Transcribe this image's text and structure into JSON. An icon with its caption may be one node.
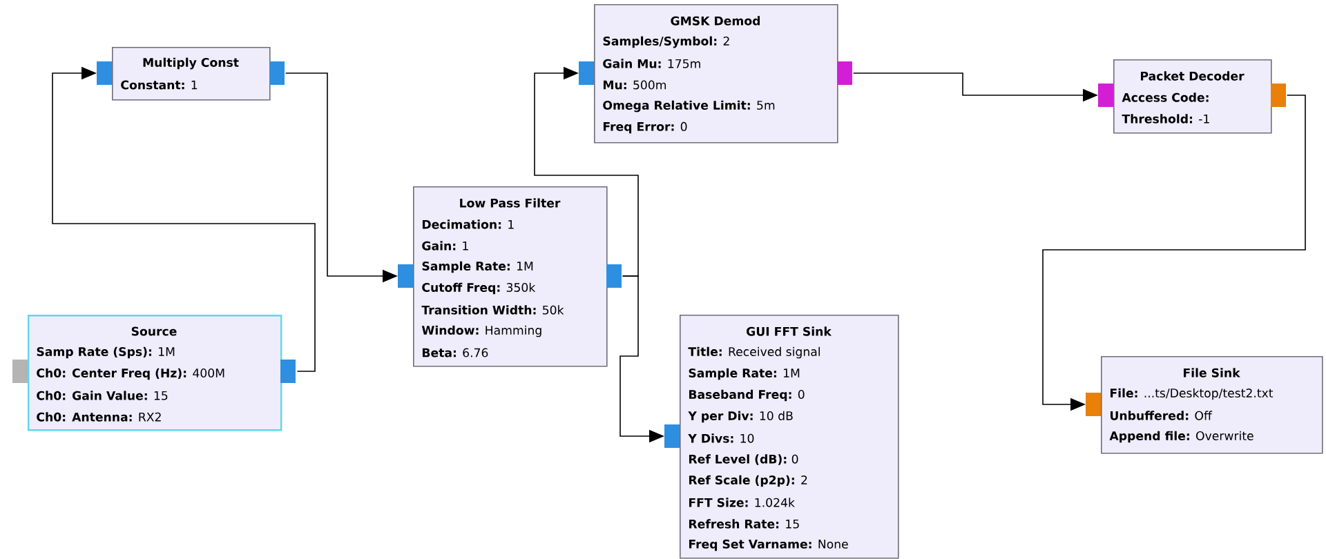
{
  "diagram": {
    "nodes": [
      {
        "text": [
          "GMSK Demod",
          "**Samples/Symbol:** 2",
          "**Gain Mu:** 175m",
          "**Mu:** 500m",
          "**Omega Relative Limit:** 5m",
          "**Freq Error:** 0"
        ]
      },
      {
        "text": [
          "Multiply Const",
          "**Constant:** 1"
        ]
      },
      {
        "text": [
          "Packet Decoder",
          "**Access Code:**",
          "**Threshold:** -1"
        ]
      },
      {
        "text": [
          "Low Pass Filter",
          "**Decimation:** 1",
          "**Gain:** 1",
          "**Sample Rate:** 1M",
          "**Cutoff Freq:** 350k",
          "**Transition Width:** 50k",
          "**Window:** Hamming",
          "**Beta:** 6.76"
        ]
      },
      {
        "text": [
          "Source",
          "**Samp Rate (Sps):** 1M",
          "**Ch0: Center Freq (Hz):** 400M",
          "**Ch0: Gain Value:** 15",
          "**Ch0: Antenna:** RX2"
        ]
      },
      {
        "text": [
          "GUI FFT Sink",
          "**Title:** Received signal",
          "**Sample Rate:** 1M",
          "**Baseband Freq:** 0",
          "**Y per Div:** 10 dB",
          "**Y Divs:** 10",
          "**Ref Level (dB):** 0",
          "**Ref Scale (p2p):** 2",
          "**FFT Size:** 1.024k",
          "**Refresh Rate:** 15",
          "**Freq Set Varname:** None"
        ]
      },
      {
        "text": [
          "File Sink",
          "**File:** ...ts/Desktop/test2.txt",
          "**Unbuffered:** Off",
          "**Append file:** Overwrite"
        ]
      }
    ],
    "edges": [
      {
        "from": 4,
        "to": 1,
        "arrow": "to"
      },
      {
        "from": 1,
        "to": 3,
        "arrow": "to"
      },
      {
        "from": 3,
        "to": 0,
        "arrow": "to"
      },
      {
        "from": 3,
        "to": 5,
        "arrow": "to"
      },
      {
        "from": 0,
        "to": 2,
        "arrow": "to"
      },
      {
        "from": 2,
        "to": 6,
        "arrow": "to"
      }
    ]
  }
}
